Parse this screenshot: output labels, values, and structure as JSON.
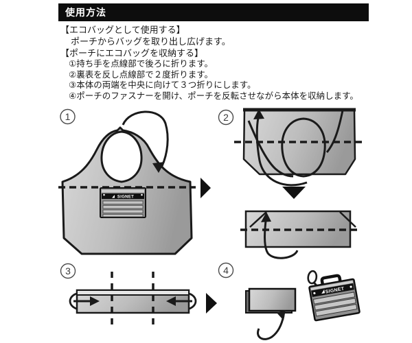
{
  "header": {
    "title": "使用方法"
  },
  "intro": {
    "use_heading": "【エコバッグとして使用する】",
    "use_body": "ポーチからバッグを取り出し広げます。",
    "store_heading": "【ポーチにエコバッグを収納する】"
  },
  "steps": [
    "①持ち手を点線部で後ろに折ります。",
    "②裏表を反し点線部で２度折ります。",
    "③本体の両端を中央に向けて３つ折りにします。",
    "④ポーチのファスナーを開け、ポーチを反転させながら本体を収納します。"
  ],
  "diagram": {
    "step_labels": [
      "1",
      "2",
      "3",
      "4"
    ],
    "brand_label": "SIGNET"
  },
  "colors": {
    "header_bg": "#0d0d0d",
    "header_text": "#ffffff",
    "outline": "#1a1a1a",
    "bag_light": "#d4d4d4",
    "bag_dark": "#9c9c9c",
    "band_black": "#101010"
  }
}
